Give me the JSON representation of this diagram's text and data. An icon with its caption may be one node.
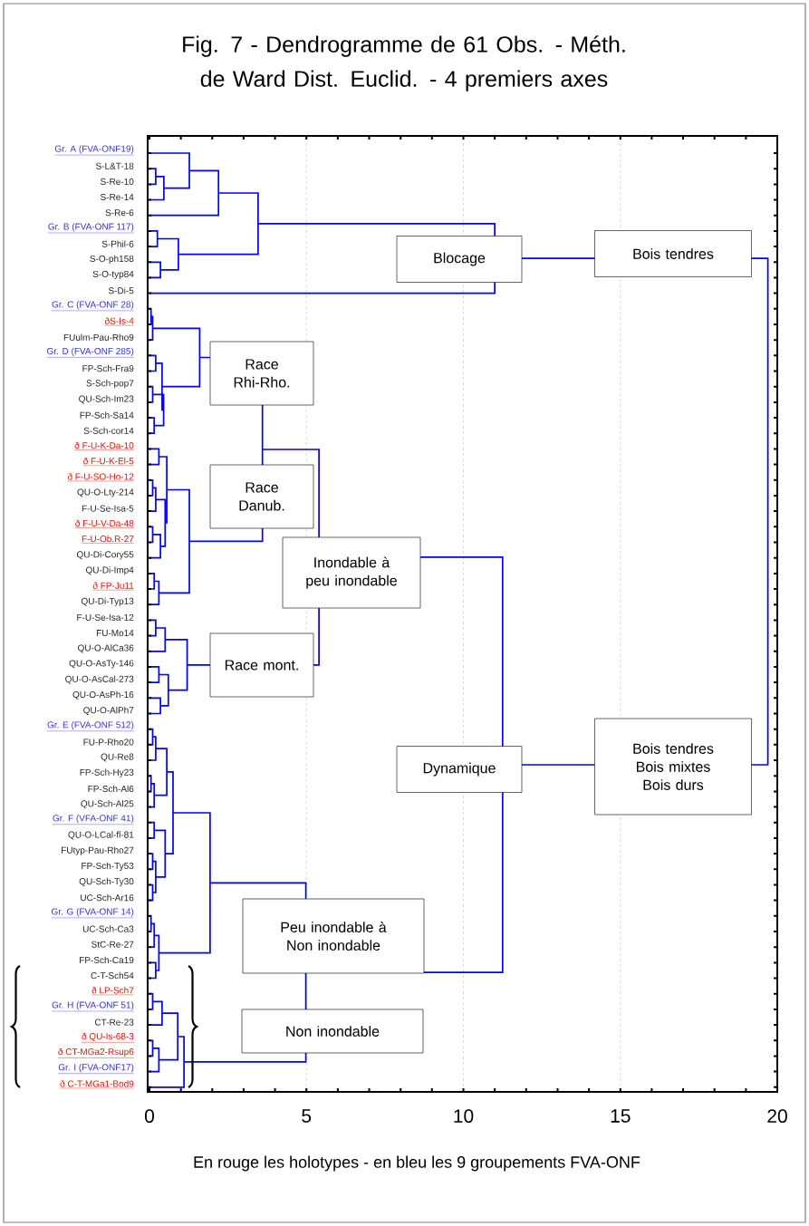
{
  "diagram": {
    "title": "Fig. 7 - Dendrogramme de 61 Obs. - Méth. de Ward Dist. Euclid. - 4 premiers axes",
    "caption": "En rouge les holotypes - en bleu les 9 groupements FVA-ONF",
    "nodes": [
      {
        "text": [
          "Blocage"
        ]
      },
      {
        "text": [
          "Bois tendres"
        ]
      },
      {
        "text": [
          "Race Rhi-Rho."
        ]
      },
      {
        "text": [
          "Race Danub."
        ]
      },
      {
        "text": [
          "Inondable à peu inondable"
        ]
      },
      {
        "text": [
          "Race mont."
        ]
      },
      {
        "text": [
          "Dynamique"
        ]
      },
      {
        "text": [
          "Bois tendres Bois mixtes Bois durs"
        ]
      },
      {
        "text": [
          "Peu inondable à Non inondable"
        ]
      },
      {
        "text": [
          "Non inondable"
        ]
      }
    ],
    "labels": [
      "Gr. A (FVA-ONF19)",
      "S-L&T-18",
      "S-Re-10",
      "S-Re-14",
      "S-Re-6",
      "Gr. B (FVA-ONF 117)",
      "S-Phil-6",
      "S-O-ph158",
      "S-O-typ84",
      "S-Di-5",
      "Gr. C (FVA-ONF 28)",
      "ðS-Is-4",
      "FUulm-Pau-Rho9",
      "Gr. D (FVA-ONF 285)",
      "FP-Sch-Fra9",
      "S-Sch-pop7",
      "QU-Sch-Im23",
      "FP-Sch-Sa14",
      "S-Sch-cor14",
      "ð F-U-K-Da-10",
      "ð F-U-K-El-5",
      "ð F-U-SO-Ho-12",
      "QU-O-Lty-214",
      "F-U-Se-Isa-5",
      "ð F-U-V-Da-48",
      "F-U-Ob.R-27",
      "QU-Di-Cory55",
      "QU-Di-Imp4",
      "ð FP-Ju11",
      "QU-Di-Typ13",
      "F-U-Se-Isa-12",
      "FU-Mo14",
      "QU-O-AlCa36",
      "QU-O-AsTy-146",
      "QU-O-AsCal-273",
      "QU-O-AsPh-16",
      "QU-O-AlPh7",
      "Gr. E  (FVA-ONF 512)",
      "FU-P-Rho20",
      "QU-Re8",
      "FP-Sch-Hy23",
      "FP-Sch-Al6",
      "QU-Sch-Al25",
      "Gr. F (VFA-ONF 41)",
      "QU-O-LCal-fl-81",
      "FUtyp-Pau-Rho27",
      "FP-Sch-Ty53",
      "QU-Sch-Ty30",
      "UC-Sch-Ar16",
      "Gr. G (FVA-ONF 14)",
      "UC-Sch-Ca3",
      "StC-Re-27",
      "FP-Sch-Ca19",
      "C-T-Sch54",
      "ð LP-Sch7",
      "Gr. H (FVA-ONF 51)",
      "CT-Re-23",
      "ð QU-Is-68-3",
      "ð CT-MGa2-Rsup6",
      "Gr. I  (FVA-ONF17)",
      "ð C-T-MGa1-Bod9",
      "0",
      "5",
      "10",
      "15",
      "20"
    ]
  }
}
